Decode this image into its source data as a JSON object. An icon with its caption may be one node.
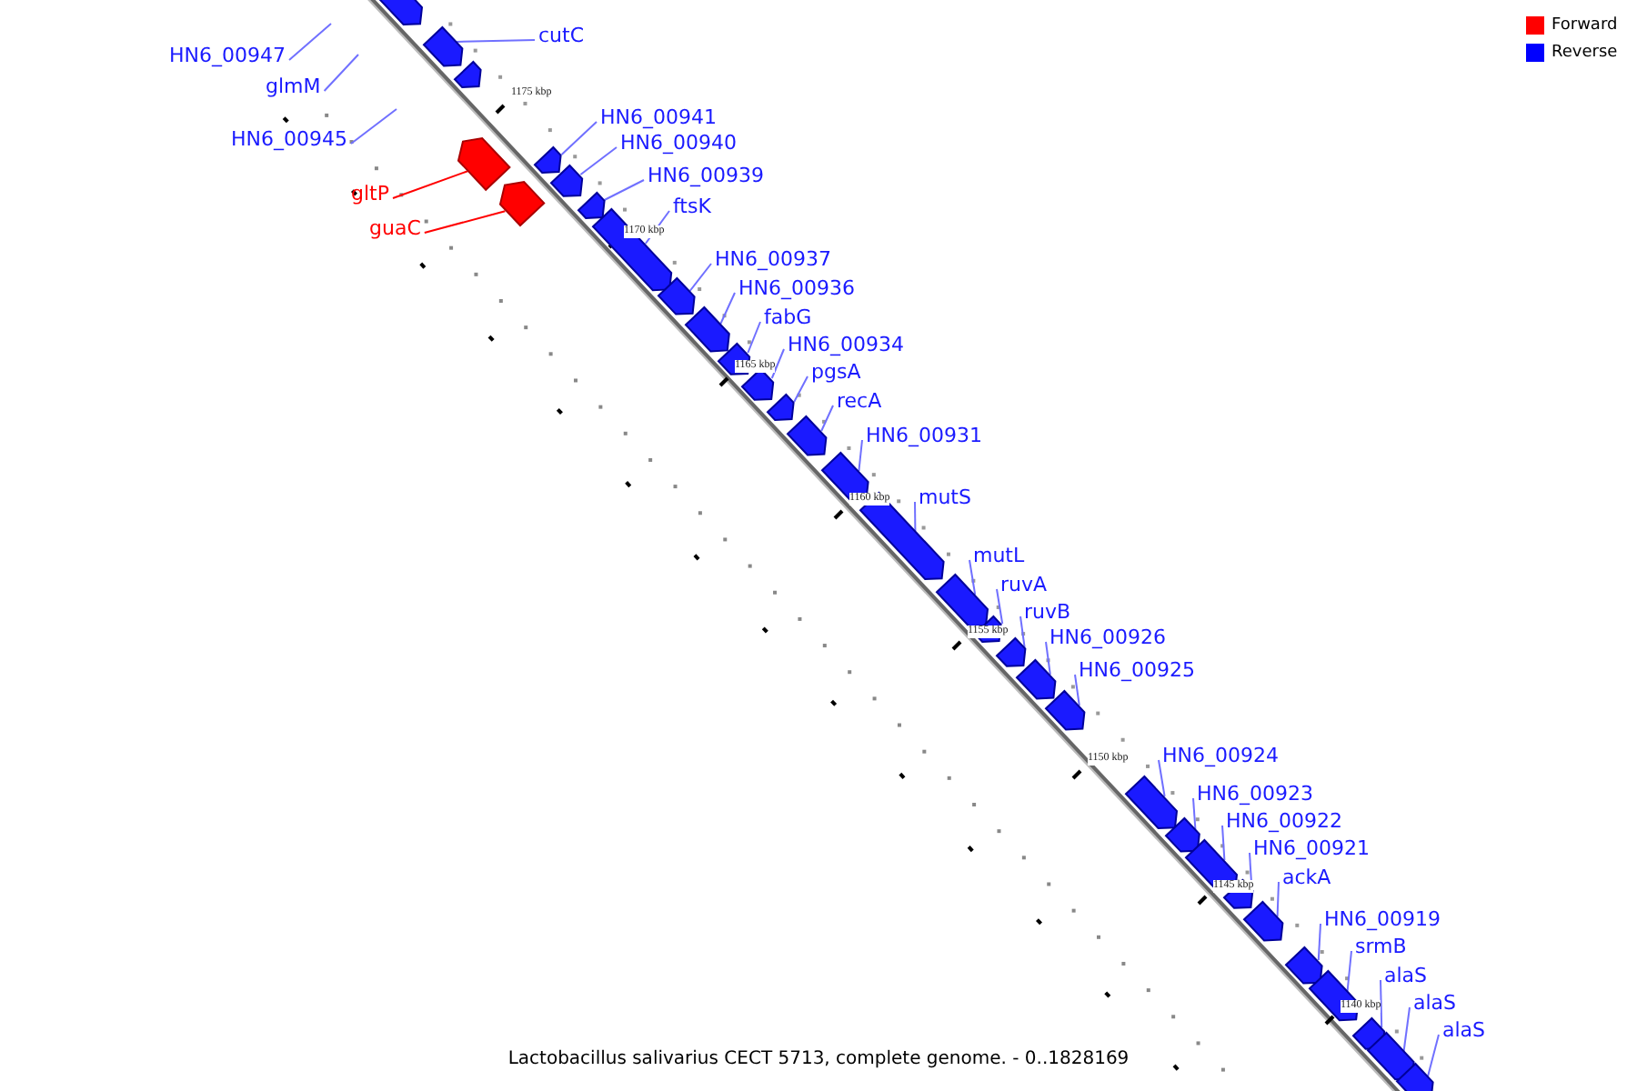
{
  "diagram": {
    "caption": "Lactobacillus salivarius CECT 5713, complete genome. - 0..1828169",
    "nodes": [
      {
        "text": [
          "HN6_00947"
        ]
      },
      {
        "text": [
          "cutC"
        ]
      },
      {
        "text": [
          "glmM"
        ]
      },
      {
        "text": [
          "HN6_00945"
        ]
      },
      {
        "text": [
          "HN6_00941"
        ]
      },
      {
        "text": [
          "gltP"
        ]
      },
      {
        "text": [
          "HN6_00940"
        ]
      },
      {
        "text": [
          "HN6_00939"
        ]
      },
      {
        "text": [
          "guaC"
        ]
      },
      {
        "text": [
          "ftsK"
        ]
      },
      {
        "text": [
          "HN6_00937"
        ]
      },
      {
        "text": [
          "HN6_00936"
        ]
      },
      {
        "text": [
          "fabG"
        ]
      },
      {
        "text": [
          "HN6_00934"
        ]
      },
      {
        "text": [
          "pgsA"
        ]
      },
      {
        "text": [
          "recA"
        ]
      },
      {
        "text": [
          "HN6_00931"
        ]
      },
      {
        "text": [
          "mutS"
        ]
      },
      {
        "text": [
          "mutL"
        ]
      },
      {
        "text": [
          "ruvA"
        ]
      },
      {
        "text": [
          "ruvB"
        ]
      },
      {
        "text": [
          "HN6_00926"
        ]
      },
      {
        "text": [
          "HN6_00925"
        ]
      },
      {
        "text": [
          "HN6_00924"
        ]
      },
      {
        "text": [
          "HN6_00923"
        ]
      },
      {
        "text": [
          "HN6_00922"
        ]
      },
      {
        "text": [
          "HN6_00921"
        ]
      },
      {
        "text": [
          "ackA"
        ]
      },
      {
        "text": [
          "HN6_00919"
        ]
      },
      {
        "text": [
          "srmB"
        ]
      },
      {
        "text": [
          "alaS"
        ]
      },
      {
        "text": [
          "alaS"
        ]
      },
      {
        "text": [
          "alaS"
        ]
      },
      {
        "text": [],
        "shape": "box"
      },
      {
        "text": [],
        "shape": "box"
      },
      {
        "text": [],
        "shape": "box"
      },
      {
        "text": [],
        "shape": "box"
      },
      {
        "text": [],
        "shape": "box"
      },
      {
        "text": [],
        "shape": "box"
      },
      {
        "text": [],
        "shape": "box"
      },
      {
        "text": [],
        "shape": "box"
      },
      {
        "text": [],
        "shape": "box"
      },
      {
        "text": [],
        "shape": "box"
      },
      {
        "text": [],
        "shape": "box"
      },
      {
        "text": [],
        "shape": "box"
      },
      {
        "text": [],
        "shape": "box"
      },
      {
        "text": [],
        "shape": "box"
      },
      {
        "text": [],
        "shape": "box"
      },
      {
        "text": [],
        "shape": "box"
      },
      {
        "text": [],
        "shape": "box"
      },
      {
        "text": [],
        "shape": "box"
      },
      {
        "text": [],
        "shape": "box"
      },
      {
        "text": [],
        "shape": "box"
      },
      {
        "text": [],
        "shape": "box"
      },
      {
        "text": [],
        "shape": "box"
      },
      {
        "text": [],
        "shape": "box"
      },
      {
        "text": [],
        "shape": "box"
      },
      {
        "text": [],
        "shape": "box"
      },
      {
        "text": [],
        "shape": "box"
      },
      {
        "text": [],
        "shape": "box"
      },
      {
        "text": [],
        "shape": "box"
      },
      {
        "text": [],
        "shape": "box"
      },
      {
        "text": [],
        "shape": "box"
      },
      {
        "text": [],
        "shape": "box"
      },
      {
        "text": [],
        "shape": "box"
      }
    ],
    "edges": [
      {
        "from": 0,
        "to": null,
        "arrow": "none"
      },
      {
        "from": 1,
        "to": 34,
        "arrow": "none"
      },
      {
        "from": 2,
        "to": null,
        "arrow": "none"
      },
      {
        "from": 3,
        "to": null,
        "arrow": "none"
      },
      {
        "from": 4,
        "to": 37,
        "arrow": "none"
      },
      {
        "from": 5,
        "to": 36,
        "arrow": "none",
        "color": "#ff0000"
      },
      {
        "from": 6,
        "to": 39,
        "arrow": "none"
      },
      {
        "from": 7,
        "to": 40,
        "arrow": "none"
      },
      {
        "from": 8,
        "to": 38,
        "arrow": "none",
        "color": "#ff0000"
      },
      {
        "from": 9,
        "to": 41,
        "arrow": "none"
      },
      {
        "from": 10,
        "to": 42,
        "arrow": "none"
      },
      {
        "from": 11,
        "to": 43,
        "arrow": "none"
      },
      {
        "from": 12,
        "to": 44,
        "arrow": "none"
      },
      {
        "from": 13,
        "to": 45,
        "arrow": "none"
      },
      {
        "from": 14,
        "to": 46,
        "arrow": "none"
      },
      {
        "from": 15,
        "to": 47,
        "arrow": "none"
      },
      {
        "from": 16,
        "to": 48,
        "arrow": "none"
      },
      {
        "from": 17,
        "to": 49,
        "arrow": "none"
      },
      {
        "from": 18,
        "to": 50,
        "arrow": "none"
      },
      {
        "from": 19,
        "to": 51,
        "arrow": "none"
      },
      {
        "from": 20,
        "to": 52,
        "arrow": "none"
      },
      {
        "from": 21,
        "to": 53,
        "arrow": "none"
      },
      {
        "from": 22,
        "to": 54,
        "arrow": "none"
      },
      {
        "from": 23,
        "to": 55,
        "arrow": "none"
      },
      {
        "from": 24,
        "to": 56,
        "arrow": "none"
      },
      {
        "from": 25,
        "to": 57,
        "arrow": "none"
      },
      {
        "from": 26,
        "to": 58,
        "arrow": "none"
      },
      {
        "from": 27,
        "to": 59,
        "arrow": "none"
      },
      {
        "from": 28,
        "to": 60,
        "arrow": "none"
      },
      {
        "from": 29,
        "to": 61,
        "arrow": "none"
      },
      {
        "from": 30,
        "to": 62,
        "arrow": "none"
      },
      {
        "from": 31,
        "to": 63,
        "arrow": "none"
      },
      {
        "from": 32,
        "to": 64,
        "arrow": "none"
      }
    ],
    "labels": [
      "1175 kbp",
      "1170 kbp",
      "1165 kbp",
      "1160 kbp",
      "1155 kbp",
      "1150 kbp",
      "1145 kbp",
      "1140 kbp"
    ],
    "legend": [
      {
        "text": "Forward",
        "color": "#ff0000"
      },
      {
        "text": "Reverse",
        "color": "#0000ff"
      }
    ]
  }
}
